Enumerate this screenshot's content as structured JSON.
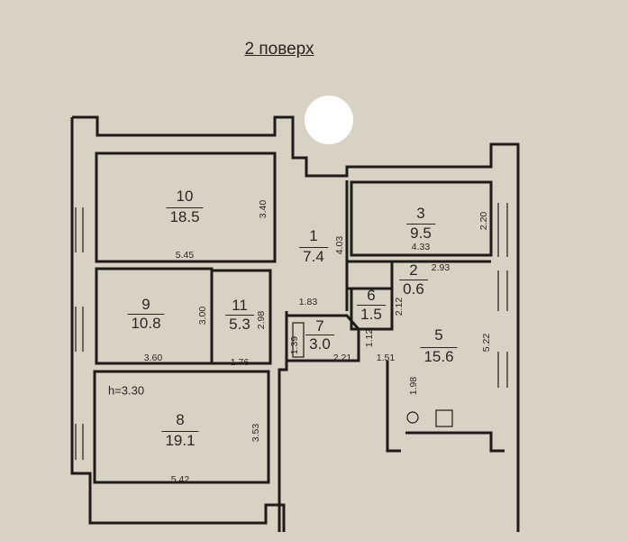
{
  "title": "2 поверх",
  "ceiling_height": "h=3.30",
  "rooms": [
    {
      "number": "1",
      "area": "7.4"
    },
    {
      "number": "2",
      "area": "0.6"
    },
    {
      "number": "3",
      "area": "9.5"
    },
    {
      "number": "5",
      "area": "15.6"
    },
    {
      "number": "6",
      "area": "1.5"
    },
    {
      "number": "7",
      "area": "3.0"
    },
    {
      "number": "8",
      "area": "19.1"
    },
    {
      "number": "9",
      "area": "10.8"
    },
    {
      "number": "10",
      "area": "18.5"
    },
    {
      "number": "11",
      "area": "5.3"
    }
  ],
  "dimensions": {
    "r10_width": "5.45",
    "r10_height": "3.40",
    "r9_width": "3.60",
    "r9_height": "3.00",
    "r11_width": "1.76",
    "r11_height": "2.98",
    "r8_width": "5.42",
    "r8_height": "3.53",
    "r1_width": "1.83",
    "r1_height": "4.03",
    "r3_width": "4.33",
    "r3_height": "2.20",
    "r2_width": "2.93",
    "r6_height": "2.12",
    "r7_side": "1.39",
    "r7_width": "2.21",
    "r7_door": "1.12",
    "r5_door": "1.51",
    "r5_height": "5.22",
    "r5_side": "1.98"
  }
}
